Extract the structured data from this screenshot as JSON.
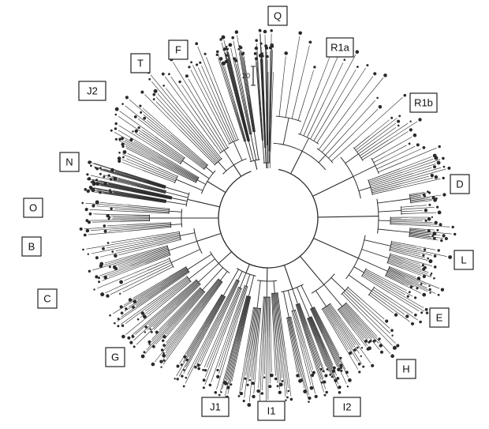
{
  "figure": {
    "type": "circular-phylogenetic-tree",
    "line_color": "#2a2a2a",
    "background": "#ffffff",
    "scale_bar_label": "20",
    "haplogroups": [
      "Q",
      "R1a",
      "R1b",
      "D",
      "L",
      "E",
      "H",
      "I2",
      "I1",
      "J1",
      "G",
      "C",
      "B",
      "O",
      "N",
      "J2",
      "T",
      "F"
    ]
  }
}
